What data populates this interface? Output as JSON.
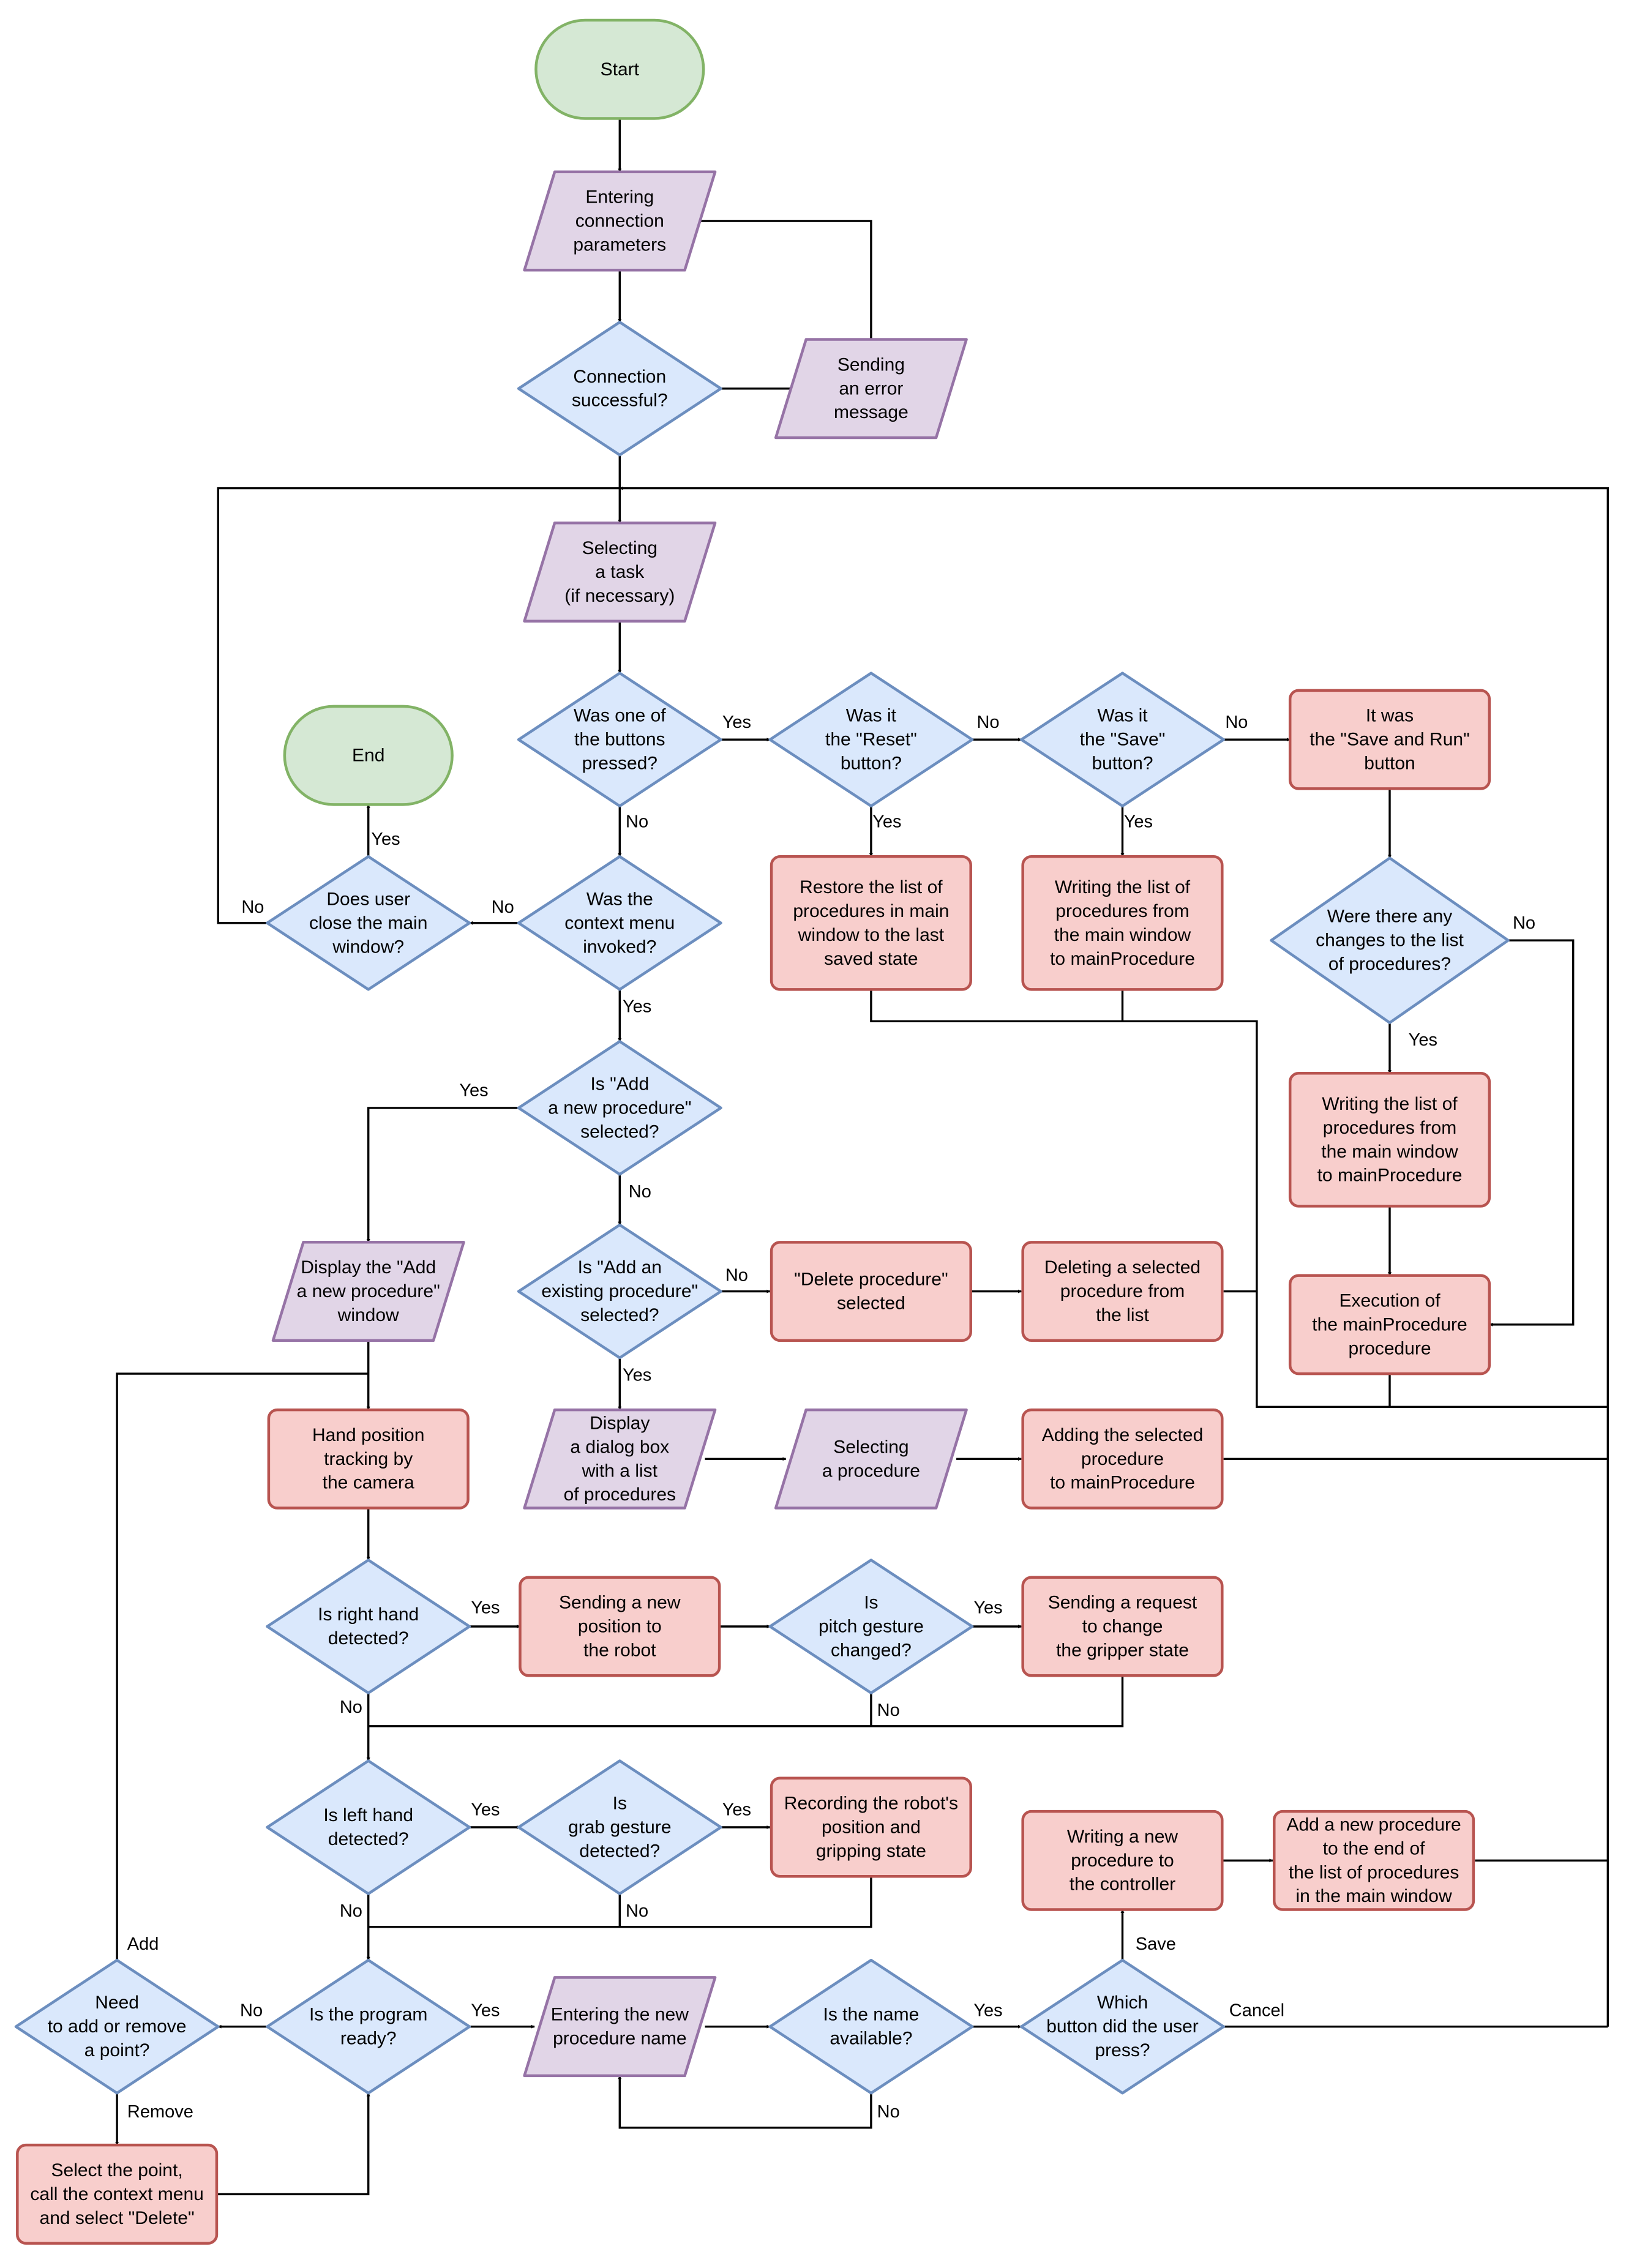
{
  "colors": {
    "terminal_fill": "#d5e8d4",
    "terminal_stroke": "#82b366",
    "io_fill": "#e1d5e7",
    "io_stroke": "#9673a6",
    "decision_fill": "#dae8fc",
    "decision_stroke": "#6c8ebf",
    "process_fill": "#f8cecc",
    "process_stroke": "#b85450",
    "edge": "#000000"
  },
  "nodes": {
    "start": {
      "shape": "terminal",
      "lines": [
        "Start"
      ]
    },
    "enter_params": {
      "shape": "io",
      "lines": [
        "Entering",
        "connection",
        "parameters"
      ]
    },
    "conn_ok": {
      "shape": "decision",
      "lines": [
        "Connection",
        "successful?"
      ]
    },
    "send_err": {
      "shape": "io",
      "lines": [
        "Sending",
        "an error",
        "message"
      ]
    },
    "select_task": {
      "shape": "io",
      "lines": [
        "Selecting",
        "a task",
        "(if necessary)"
      ]
    },
    "btn_pressed": {
      "shape": "decision",
      "lines": [
        "Was one of",
        "the buttons",
        "pressed?"
      ]
    },
    "reset_btn": {
      "shape": "decision",
      "lines": [
        "Was it",
        "the \"Reset\"",
        "button?"
      ]
    },
    "save_btn": {
      "shape": "decision",
      "lines": [
        "Was it",
        "the \"Save\"",
        "button?"
      ]
    },
    "save_run": {
      "shape": "process",
      "lines": [
        "It was",
        "the \"Save and Run\"",
        "button"
      ]
    },
    "end": {
      "shape": "terminal",
      "lines": [
        "End"
      ]
    },
    "close_win": {
      "shape": "decision",
      "lines": [
        "Does user",
        "close the main",
        "window?"
      ]
    },
    "ctx_menu": {
      "shape": "decision",
      "lines": [
        "Was the",
        "context menu",
        "invoked?"
      ]
    },
    "restore": {
      "shape": "process",
      "lines": [
        "Restore the list of",
        "procedures in main",
        "window to the last",
        "saved state"
      ]
    },
    "write_main": {
      "shape": "process",
      "lines": [
        "Writing the list of",
        "procedures from",
        "the main window",
        "to mainProcedure"
      ]
    },
    "changes": {
      "shape": "decision",
      "lines": [
        "Were there any",
        "changes to the list",
        "of procedures?"
      ]
    },
    "add_new_sel": {
      "shape": "decision",
      "lines": [
        "Is \"Add",
        "a new procedure\"",
        "selected?"
      ]
    },
    "write_main2": {
      "shape": "process",
      "lines": [
        "Writing the list of",
        "procedures from",
        "the main window",
        "to mainProcedure"
      ]
    },
    "display_add": {
      "shape": "io",
      "lines": [
        "Display the \"Add",
        "a new procedure\"",
        "window"
      ]
    },
    "add_exist_sel": {
      "shape": "decision",
      "lines": [
        "Is \"Add an",
        "existing procedure\"",
        "selected?"
      ]
    },
    "del_sel": {
      "shape": "process",
      "lines": [
        "\"Delete procedure\"",
        "selected"
      ]
    },
    "deleting": {
      "shape": "process",
      "lines": [
        "Deleting a selected",
        "procedure from",
        "the list"
      ]
    },
    "exec_main": {
      "shape": "process",
      "lines": [
        "Execution of",
        "the mainProcedure",
        "procedure"
      ]
    },
    "hand_track": {
      "shape": "process",
      "lines": [
        "Hand position",
        "tracking by",
        "the camera"
      ]
    },
    "disp_dialog": {
      "shape": "io",
      "lines": [
        "Display",
        "a dialog box",
        "with a list",
        "of procedures"
      ]
    },
    "selecting_proc": {
      "shape": "io",
      "lines": [
        "Selecting",
        "a procedure"
      ]
    },
    "adding_sel": {
      "shape": "process",
      "lines": [
        "Adding the selected",
        "procedure",
        "to mainProcedure"
      ]
    },
    "right_hand": {
      "shape": "decision",
      "lines": [
        "Is right hand",
        "detected?"
      ]
    },
    "send_pos": {
      "shape": "process",
      "lines": [
        "Sending a new",
        "position to",
        "the robot"
      ]
    },
    "pitch": {
      "shape": "decision",
      "lines": [
        "Is",
        "pitch gesture",
        "changed?"
      ]
    },
    "send_req": {
      "shape": "process",
      "lines": [
        "Sending a request",
        "to change",
        "the gripper state"
      ]
    },
    "left_hand": {
      "shape": "decision",
      "lines": [
        "Is left hand",
        "detected?"
      ]
    },
    "grab": {
      "shape": "decision",
      "lines": [
        "Is",
        "grab gesture",
        "detected?"
      ]
    },
    "record": {
      "shape": "process",
      "lines": [
        "Recording the robot's",
        "position and",
        "gripping state"
      ]
    },
    "write_new": {
      "shape": "process",
      "lines": [
        "Writing a new",
        "procedure to",
        "the controller"
      ]
    },
    "add_end": {
      "shape": "process",
      "lines": [
        "Add a new procedure",
        "to the end of",
        "the list of procedures",
        "in the main window"
      ]
    },
    "need_pt": {
      "shape": "decision",
      "lines": [
        "Need",
        "to add or remove",
        "a point?"
      ]
    },
    "prog_ready": {
      "shape": "decision",
      "lines": [
        "Is the program",
        "ready?"
      ]
    },
    "enter_name": {
      "shape": "io",
      "lines": [
        "Entering the new",
        "procedure name"
      ]
    },
    "name_avail": {
      "shape": "decision",
      "lines": [
        "Is the name",
        "available?"
      ]
    },
    "which_btn": {
      "shape": "decision",
      "lines": [
        "Which",
        "button did the user",
        "press?"
      ]
    },
    "select_point": {
      "shape": "process",
      "lines": [
        "Select the point,",
        "call the context menu",
        "and select \"Delete\""
      ]
    }
  },
  "edge_labels": {
    "yes": "Yes",
    "no": "No",
    "add": "Add",
    "remove": "Remove",
    "save": "Save",
    "cancel": "Cancel"
  }
}
